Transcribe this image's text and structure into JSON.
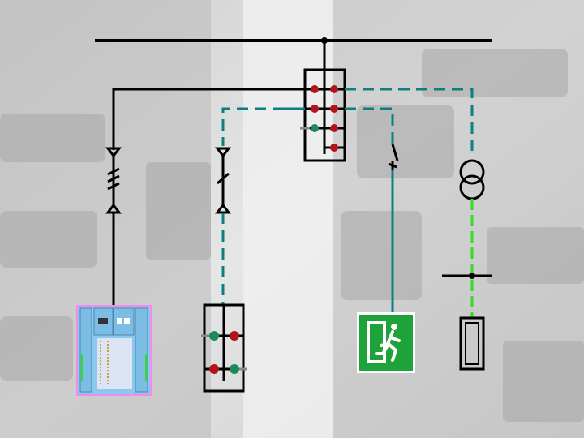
{
  "colors": {
    "bus": "#000000",
    "teal": "#0e7f80",
    "green": "#33dd22",
    "red_dot": "#b3141c",
    "green_dot": "#1e8a5a",
    "exit_sign": "#1ea33a",
    "panel": "#8cc8ee",
    "panel_border": "#f08cf0"
  },
  "icons": [
    "busbar",
    "switchgear-box",
    "fuse-switch",
    "disconnector",
    "transformer-icon",
    "fuse-icon",
    "exit-sign-icon",
    "distribution-panel",
    "breaker-box"
  ]
}
